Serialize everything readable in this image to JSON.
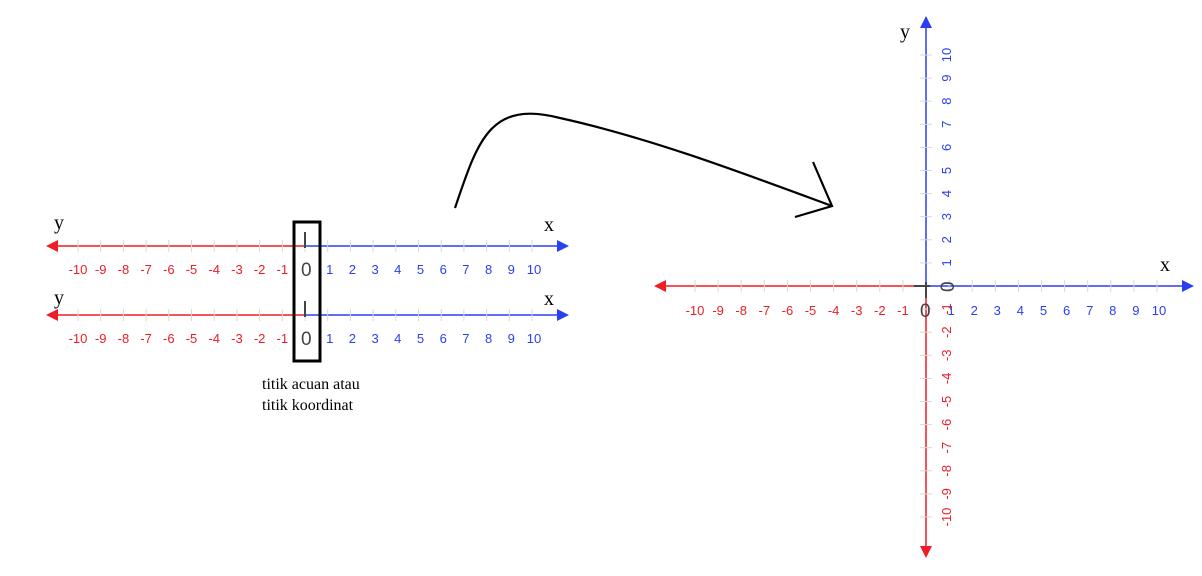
{
  "colors": {
    "negative": "#ee1c24",
    "positive": "#2a3ff0",
    "tick": "#d9d9d9",
    "zero": "#444444",
    "outline": "#000000"
  },
  "numberline_1": {
    "y_label": "y",
    "x_label": "x",
    "negative_ticks": [
      "-10",
      "-9",
      "-8",
      "-7",
      "-6",
      "-5",
      "-4",
      "-3",
      "-2",
      "-1"
    ],
    "zero": "0",
    "positive_ticks": [
      "1",
      "2",
      "3",
      "4",
      "5",
      "6",
      "7",
      "8",
      "9",
      "10"
    ]
  },
  "numberline_2": {
    "y_label": "y",
    "x_label": "x",
    "negative_ticks": [
      "-10",
      "-9",
      "-8",
      "-7",
      "-6",
      "-5",
      "-4",
      "-3",
      "-2",
      "-1"
    ],
    "zero": "0",
    "positive_ticks": [
      "1",
      "2",
      "3",
      "4",
      "5",
      "6",
      "7",
      "8",
      "9",
      "10"
    ]
  },
  "caption": {
    "line1": "titik acuan atau",
    "line2": "titik koordinat"
  },
  "plane": {
    "x_label": "x",
    "y_label": "y",
    "zero": "0",
    "x_negative_ticks": [
      "-10",
      "-9",
      "-8",
      "-7",
      "-6",
      "-5",
      "-4",
      "-3",
      "-2",
      "-1"
    ],
    "x_positive_ticks": [
      "1",
      "2",
      "3",
      "4",
      "5",
      "6",
      "7",
      "8",
      "9",
      "10"
    ],
    "y_positive_ticks": [
      "1",
      "2",
      "3",
      "4",
      "5",
      "6",
      "7",
      "8",
      "9",
      "10"
    ],
    "y_negative_ticks": [
      "-1",
      "-2",
      "-3",
      "-4",
      "-5",
      "-6",
      "-7",
      "-8",
      "-9",
      "-10"
    ]
  }
}
